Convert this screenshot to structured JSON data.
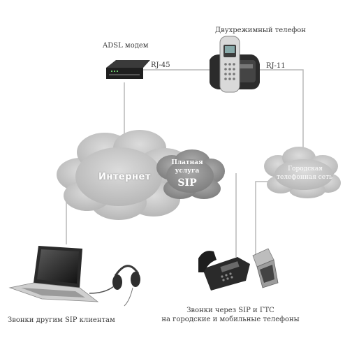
{
  "labels": {
    "dual_phone": "Двухрежимный телефон",
    "adsl": "ADSL модем",
    "rj45": "RJ-45",
    "rj11": "RJ-11",
    "internet": "Интернет",
    "sip_service_line1": "Платная",
    "sip_service_line2": "услуга",
    "sip_service_line3": "SIP",
    "city_net_line1": "Городская",
    "city_net_line2": "телефонная сеть",
    "left_caption": "Звонки другим SIP клиентам",
    "right_caption_line1": "Звонки через SIP и ГТС",
    "right_caption_line2": "на городские и мобильные телефоны"
  },
  "icons": [
    "adsl-modem-icon",
    "dect-phone-icon",
    "laptop-icon",
    "headset-icon",
    "desk-phone-icon",
    "mobile-phone-icon"
  ],
  "colors": {
    "cloud": "#c4c4c4",
    "line": "#b5b5b5",
    "device": "#2a2a2a"
  }
}
